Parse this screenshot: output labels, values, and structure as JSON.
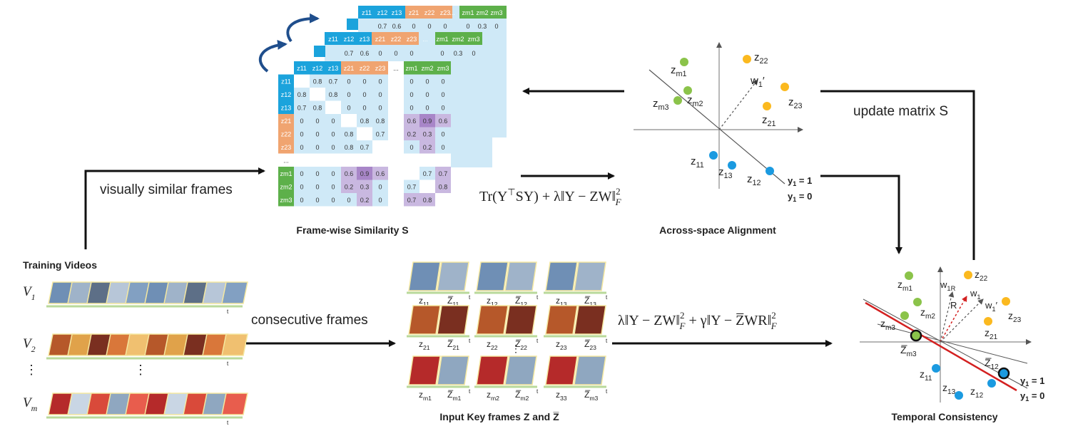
{
  "labels": {
    "visually_similar": "visually similar frames",
    "consecutive": "consecutive frames",
    "update_matrix": "update matrix S",
    "similarity_title": "Frame-wise Similarity S",
    "alignment_title": "Across-space Alignment",
    "keyframes_title": "Input Key frames Z and Z̅",
    "temporal_title": "Temporal Consistency",
    "training_title": "Training Videos"
  },
  "formulas": {
    "trace": "Tr(Y⊤SY) + λ‖Y − ZW‖²F",
    "temporal": "λ‖Y − ZW‖²F + γ‖Y − Z̅WR‖²F"
  },
  "videos": [
    "V1",
    "V2",
    "⋮",
    "Vm"
  ],
  "matrix": {
    "headers": [
      "z11",
      "z12",
      "z13",
      "z21",
      "z22",
      "z23",
      "...",
      "zm1",
      "zm2",
      "zm3"
    ],
    "header_groups": [
      "blue",
      "blue",
      "blue",
      "orange",
      "orange",
      "orange",
      "none",
      "green",
      "green",
      "green"
    ],
    "rows": [
      [
        "",
        "0.8",
        "0.7",
        "0",
        "0",
        "0",
        "",
        "0",
        "0",
        "0"
      ],
      [
        "0.8",
        "",
        "0.8",
        "0",
        "0",
        "0",
        "",
        "0",
        "0",
        "0"
      ],
      [
        "0.7",
        "0.8",
        "",
        "0",
        "0",
        "0",
        "",
        "0",
        "0",
        "0"
      ],
      [
        "0",
        "0",
        "0",
        "",
        "0.8",
        "0.8",
        "",
        "0.6",
        "0.9",
        "0.6"
      ],
      [
        "0",
        "0",
        "0",
        "0.8",
        "",
        "0.7",
        "",
        "0.2",
        "0.3",
        "0"
      ],
      [
        "0",
        "0",
        "0",
        "0.8",
        "0.7",
        "",
        "",
        "0",
        "0.2",
        "0"
      ],
      [
        "",
        "",
        "",
        "",
        "",
        "",
        "",
        "",
        "",
        ""
      ],
      [
        "0",
        "0",
        "0",
        "0.6",
        "0.9",
        "0.6",
        "",
        "",
        "0.7",
        "0.7"
      ],
      [
        "0",
        "0",
        "0",
        "0.2",
        "0.3",
        "0",
        "",
        "0.7",
        "",
        "0.8"
      ],
      [
        "0",
        "0",
        "0",
        "0",
        "0.2",
        "0",
        "",
        "0.7",
        "0.8",
        ""
      ]
    ],
    "back_layer1": [
      "z11",
      "z12",
      "z13",
      "z21",
      "z22",
      "z23",
      "...",
      "zm1",
      "zm2",
      "zm3"
    ],
    "back_layer2": [
      "z11",
      "z12",
      "z13",
      "z21",
      "z22",
      "z23",
      "...",
      "zm1",
      "zm2",
      "zm3"
    ],
    "back_row_values": [
      "0.7",
      "0.6",
      "0",
      "0",
      "0",
      "",
      "0",
      "0.3",
      "0"
    ]
  },
  "alignment_points": {
    "labels": [
      "zm1",
      "zm2",
      "zm3",
      "z22",
      "z23",
      "z21",
      "z11",
      "z13",
      "z12",
      "w1′"
    ],
    "legend": [
      "y1 = 1",
      "y1 = 0"
    ]
  },
  "keyframes": {
    "captions": [
      [
        "z11",
        "Z̅11",
        "z12",
        "Z̅12",
        "z13",
        "Z̅13"
      ],
      [
        "z21",
        "Z̅21",
        "z22",
        "Z̅22",
        "z23",
        "Z̅23"
      ],
      [
        "zm1",
        "Z̅m1",
        "zm2",
        "Z̅m2",
        "z33",
        "Z̅m3"
      ]
    ],
    "ellipsis": "⋮"
  },
  "temporal_points": {
    "labels": [
      "z22",
      "zm1",
      "w1R",
      "w1",
      "zm2",
      "R",
      "w1′",
      "z23",
      "zm3",
      "z21",
      "Z̅m3",
      "Z̅12",
      "z11",
      "z13",
      "z12"
    ],
    "legend": [
      "y1 = 1",
      "y1 = 0"
    ]
  },
  "colors": {
    "blue": "#1ba3dc",
    "orange": "#f0a470",
    "green": "#5db04a",
    "lightblue": "#cfe9f7",
    "purple": "#c9b8e0",
    "darkpurple": "#a886c8",
    "point_green": "#8bc34a",
    "point_orange": "#fbb91f",
    "point_blue": "#1b9ae0",
    "red": "#d32020",
    "axis": "#8a8a8a",
    "arrow": "#111111",
    "curve": "#1f4e8c"
  }
}
